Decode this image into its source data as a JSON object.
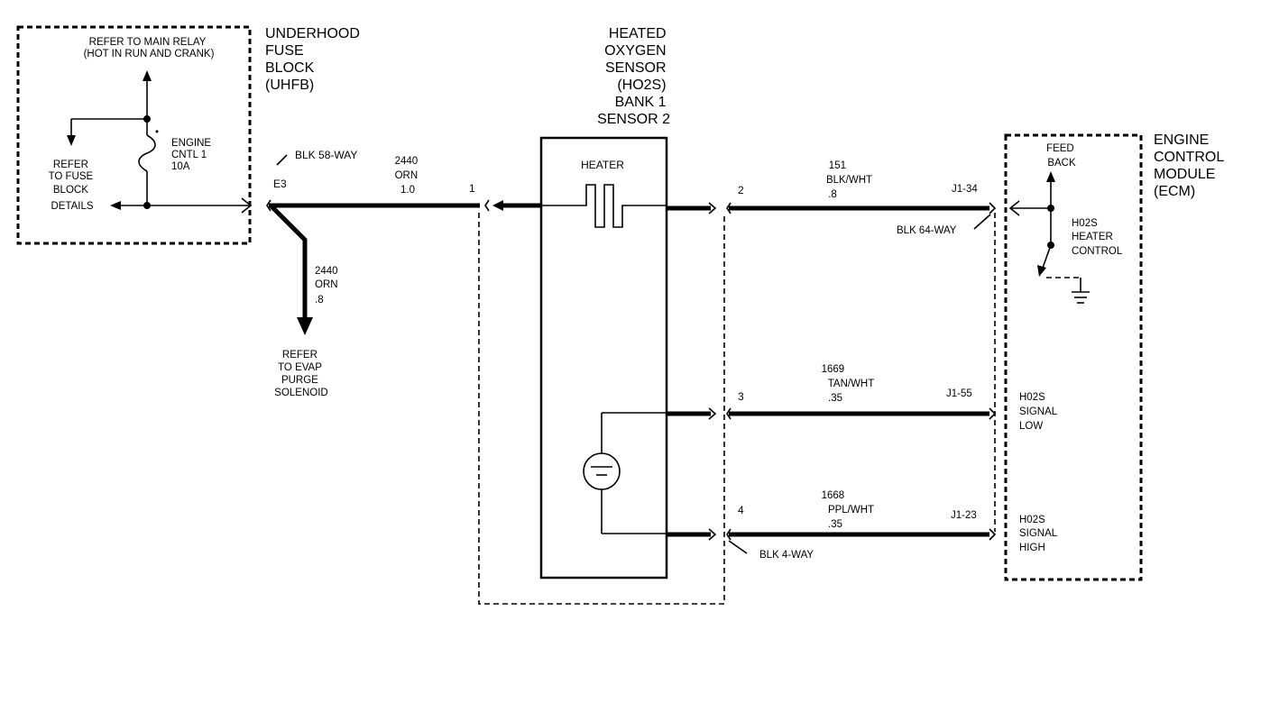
{
  "uhfb": {
    "title_lines": [
      "UNDERHOOD",
      "FUSE",
      "BLOCK",
      "(UHFB)"
    ],
    "relay_lines": [
      "REFER TO MAIN RELAY",
      "(HOT IN RUN AND CRANK)"
    ],
    "fuse_details_lines": [
      "REFER",
      "TO FUSE",
      "BLOCK",
      "DETAILS"
    ],
    "fuse_lines": [
      "ENGINE",
      "CNTL 1",
      "10A"
    ]
  },
  "connector_58": {
    "label": "BLK 58-WAY",
    "pin": "E3"
  },
  "wire_2440_top": {
    "circuit": "2440",
    "color": "ORN",
    "gauge": "1.0"
  },
  "wire_2440_branch": {
    "circuit": "2440",
    "color": "ORN",
    "gauge": ".8"
  },
  "evap_lines": [
    "REFER",
    "TO EVAP",
    "PURGE",
    "SOLENOID"
  ],
  "sensor": {
    "title_lines": [
      "HEATED",
      "OXYGEN",
      "SENSOR",
      "(HO2S)",
      "BANK 1",
      "SENSOR 2"
    ],
    "heater_label": "HEATER",
    "pins": {
      "p1": "1",
      "p2": "2",
      "p3": "3",
      "p4": "4"
    }
  },
  "wire_151": {
    "circuit": "151",
    "color": "BLK/WHT",
    "gauge": ".8",
    "ecm_pin": "J1-34"
  },
  "wire_1669": {
    "circuit": "1669",
    "color": "TAN/WHT",
    "gauge": ".35",
    "ecm_pin": "J1-55"
  },
  "wire_1668": {
    "circuit": "1668",
    "color": "PPL/WHT",
    "gauge": ".35",
    "ecm_pin": "J1-23"
  },
  "connector_64": {
    "label": "BLK 64-WAY"
  },
  "connector_4": {
    "label": "BLK 4-WAY"
  },
  "ecm": {
    "title_lines": [
      "ENGINE",
      "CONTROL",
      "MODULE",
      "(ECM)"
    ],
    "feedback_lines": [
      "FEED",
      "BACK"
    ],
    "heater_control_lines": [
      "H02S",
      "HEATER",
      "CONTROL"
    ],
    "signal_low_lines": [
      "H02S",
      "SIGNAL",
      "LOW"
    ],
    "signal_high_lines": [
      "H02S",
      "SIGNAL",
      "HIGH"
    ]
  }
}
